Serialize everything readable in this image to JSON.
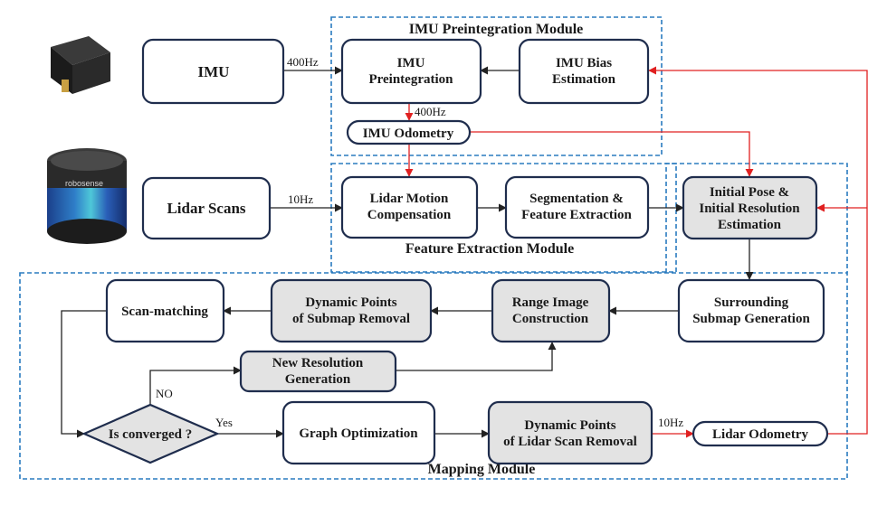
{
  "modules": {
    "imu_preintegration": "IMU Preintegration Module",
    "feature_extraction": "Feature Extraction Module",
    "mapping": "Mapping Module"
  },
  "nodes": {
    "imu": [
      "IMU"
    ],
    "imu_preint": [
      "IMU",
      "Preintegration"
    ],
    "imu_bias": [
      "IMU Bias",
      "Estimation"
    ],
    "imu_odom": [
      "IMU Odometry"
    ],
    "lidar_scans": [
      "Lidar Scans"
    ],
    "lidar_motion": [
      "Lidar Motion",
      "Compensation"
    ],
    "segmentation": [
      "Segmentation &",
      "Feature Extraction"
    ],
    "initial_pose": [
      "Initial Pose &",
      "Initial Resolution",
      "Estimation"
    ],
    "surrounding": [
      "Surrounding",
      "Submap Generation"
    ],
    "range_image": [
      "Range Image",
      "Construction"
    ],
    "dyn_submap": [
      "Dynamic Points",
      "of Submap Removal"
    ],
    "scan_matching": [
      "Scan-matching"
    ],
    "new_resolution": [
      "New Resolution",
      "Generation"
    ],
    "converged": [
      "Is converged ?"
    ],
    "graph_opt": [
      "Graph Optimization"
    ],
    "dyn_lidar": [
      "Dynamic Points",
      "of Lidar Scan Removal"
    ],
    "lidar_odom": [
      "Lidar Odometry"
    ]
  },
  "edge_labels": {
    "imu_rate": "400Hz",
    "preint_rate": "400Hz",
    "lidar_rate": "10Hz",
    "odom_rate": "10Hz",
    "no": "NO",
    "yes": "Yes"
  },
  "images": {
    "imu_device_brand": "",
    "lidar_device_brand": "robosense"
  },
  "colors": {
    "module_border": "#2a7bbf",
    "feedback_arrow": "#e02020",
    "node_border": "#1f2d4d",
    "node_gray": "#e3e3e3"
  }
}
